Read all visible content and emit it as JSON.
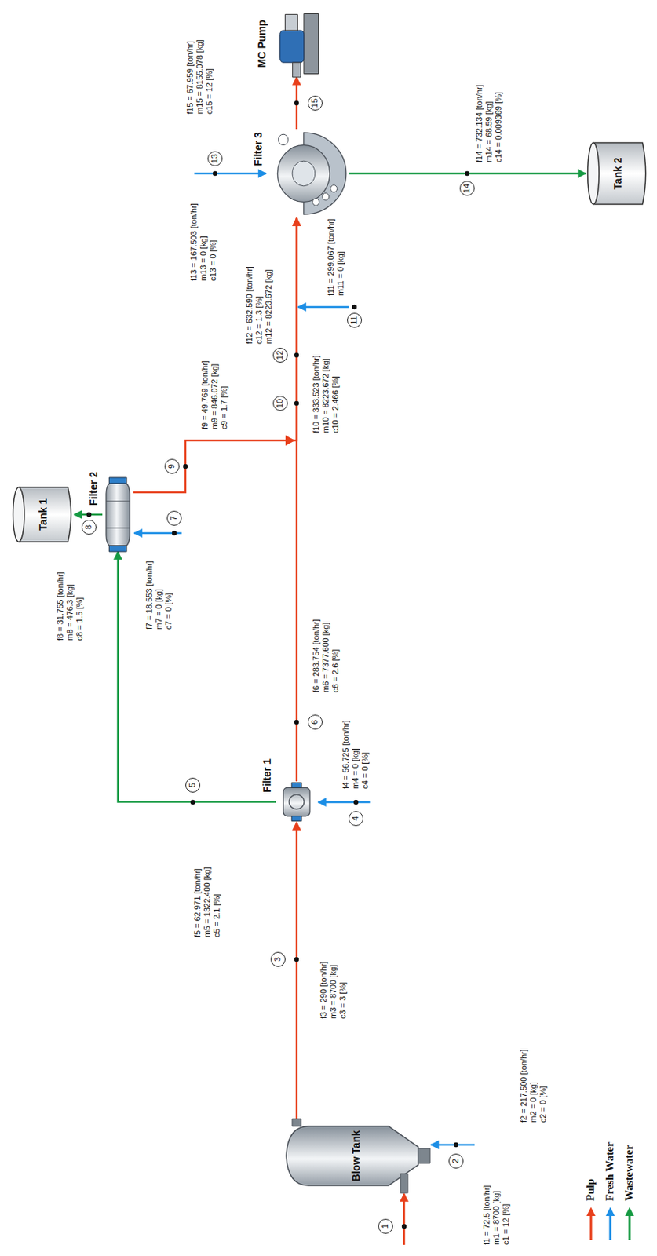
{
  "diagram": {
    "nodes": [
      {
        "text": [
          "Blow Tank"
        ]
      },
      {
        "text": [
          "Filter 1"
        ]
      },
      {
        "text": [
          "Filter 2"
        ]
      },
      {
        "text": [
          "Tank 1"
        ]
      },
      {
        "text": [
          "Filter 3"
        ]
      },
      {
        "text": [
          "Tank 2"
        ]
      },
      {
        "text": [
          "MC Pump"
        ]
      }
    ],
    "edges": [
      {
        "from": 0,
        "to": 1,
        "arrow": "to"
      },
      {
        "from": 1,
        "to": 2,
        "arrow": "to"
      },
      {
        "from": 2,
        "to": 3,
        "arrow": "to"
      },
      {
        "from": 1,
        "to": 4,
        "arrow": "to"
      },
      {
        "from": 2,
        "to": 4,
        "arrow": "to"
      },
      {
        "from": 4,
        "to": 5,
        "arrow": "to"
      },
      {
        "from": 4,
        "to": 6,
        "arrow": "to"
      }
    ],
    "labels": [
      "1",
      "f1 = 72.5 [ton/hr]",
      "m1 = 8700 [kg]",
      "c1 = 12 [%]",
      "2",
      "f2 = 217.500 [ton/hr]",
      "m2 = 0 [kg]",
      "c2 = 0 [%]",
      "3",
      "f3 = 290 [ton/hr]",
      "m3 = 8700 [kg]",
      "c3 = 3 [%]",
      "4",
      "f4 = 56.725 [ton/hr]",
      "m4 = 0 [kg]",
      "c4 = 0 [%]",
      "5",
      "f5 = 62.971 [ton/hr]",
      "m5 = 1322.400 [kg]",
      "c5 = 2.1 [%]",
      "6",
      "f6 = 283.754 [ton/hr]",
      "m6 = 7377.600 [kg]",
      "c6 = 2.6 [%]",
      "7",
      "f7 = 18.553 [ton/hr]",
      "m7 = 0 [kg]",
      "c7 = 0 [%]",
      "8",
      "f8 = 31.755 [ton/hr]",
      "m8 = 476.3 [kg]",
      "c8 = 1.5 [%]",
      "9",
      "f9 = 49.769 [ton/hr]",
      "m9 = 846.072 [kg]",
      "c9 = 1.7 [%]",
      "10",
      "f10 = 333.523 [ton/hr]",
      "m10 = 8223.672 [kg]",
      "c10 = 2.466 [%]",
      "11",
      "f11 = 299.067 [ton/hr]",
      "m11 = 0 [kg]",
      "12",
      "f12 = 632.590 [ton/hr]",
      "c12 = 1.3 [%]",
      "m12 = 8223.672 [kg]",
      "13",
      "f13 = 167.503 [ton/hr]",
      "m13 = 0 [kg]",
      "c13 = 0 [%]",
      "14",
      "f14 = 732.134 [ton/hr]",
      "m14 = 68.59 [kg]",
      "c14 = 0.009369 [%]",
      "15",
      "f15 = 67.959 [ton/hr]",
      "m15 = 8155.078 [kg]",
      "c15 = 12 [%]"
    ],
    "legend": [
      {
        "text": "Pulp"
      },
      {
        "text": "Fresh Water"
      },
      {
        "text": "Wastewater"
      }
    ]
  }
}
